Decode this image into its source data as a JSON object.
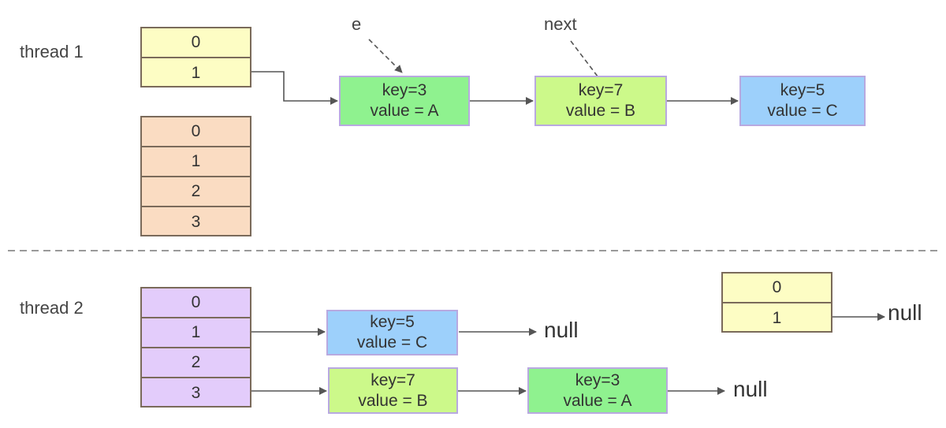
{
  "thread1": {
    "label": "thread 1",
    "old_table": [
      "0",
      "1"
    ],
    "new_table": [
      "0",
      "1",
      "2",
      "3"
    ],
    "pointer_e": "e",
    "pointer_next": "next",
    "nodes": [
      {
        "key": "key=3",
        "value": "value = A",
        "color": "#8ff28f"
      },
      {
        "key": "key=7",
        "value": "value = B",
        "color": "#ccf98a"
      },
      {
        "key": "key=5",
        "value": "value = C",
        "color": "#9dd0fb"
      }
    ]
  },
  "thread2": {
    "label": "thread 2",
    "new_table": [
      "0",
      "1",
      "2",
      "3"
    ],
    "old_table": [
      "0",
      "1"
    ],
    "chain_1": [
      {
        "key": "key=5",
        "value": "value = C",
        "color": "#9dd0fb"
      }
    ],
    "chain_3": [
      {
        "key": "key=7",
        "value": "value = B",
        "color": "#ccf98a"
      },
      {
        "key": "key=3",
        "value": "value = A",
        "color": "#8ff28f"
      }
    ],
    "null_1": "null",
    "null_3": "null",
    "null_old": "null"
  }
}
